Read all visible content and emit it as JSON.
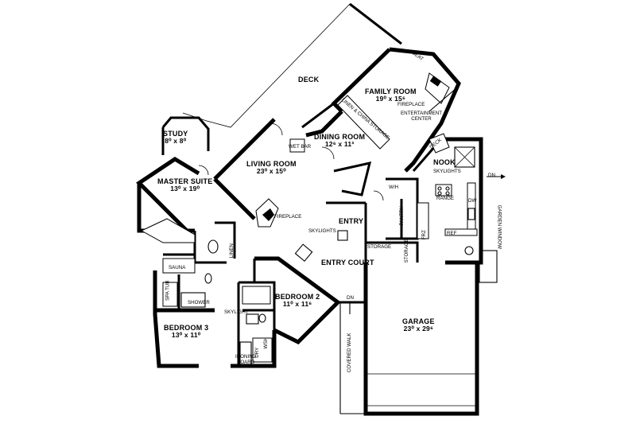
{
  "rooms": {
    "deck": {
      "name": "DECK"
    },
    "family_room": {
      "name": "FAMILY ROOM",
      "size": "19⁰ x 15⁶"
    },
    "study": {
      "name": "STUDY",
      "size": "8⁰ x 8⁰"
    },
    "dining_room": {
      "name": "DINING ROOM",
      "size": "12⁶ x 11³"
    },
    "living_room": {
      "name": "LIVING ROOM",
      "size": "23⁰ x 15⁰"
    },
    "master_suite": {
      "name": "MASTER SUITE",
      "size": "13⁰ x 19⁰"
    },
    "nook": {
      "name": "NOOK"
    },
    "entry": {
      "name": "ENTRY"
    },
    "entry_court": {
      "name": "ENTRY COURT"
    },
    "bedroom2": {
      "name": "BEDROOM 2",
      "size": "11⁰ x 11⁶"
    },
    "bedroom3": {
      "name": "BEDROOM 3",
      "size": "13⁰ x 11⁰"
    },
    "garage": {
      "name": "GARAGE",
      "size": "23⁰ x 29⁶"
    }
  },
  "features": {
    "seat": "SEAT",
    "fireplace_family": "FIREPLACE",
    "entertainment_center_1": "ENTERTAINMENT",
    "entertainment_center_2": "CENTER",
    "linen_china_storage": "LINEN & CHINA STORAGE",
    "deck_small": "DECK",
    "wet_bar": "WET BAR",
    "skylights_nook": "SKYLIGHTS",
    "dn_right": "DN",
    "range": "RANGE",
    "dw": "DW",
    "garden_window": "GARDEN WINDOW",
    "pantry": "PANTRY",
    "frz": "FRZ",
    "ref": "REF",
    "wh": "W/H",
    "fireplace_living": "FIREPLACE",
    "skylights_entry": "SKYLIGHTS",
    "storage_1": "STORAGE",
    "storage_2": "STORAGE",
    "linen": "LINEN",
    "sauna": "SAUNA",
    "spa_tub": "SPA TUB",
    "shower": "SHOWER",
    "skylight": "SKYLIGHT",
    "dn_court": "DN",
    "covered_walk": "COVERED WALK",
    "dryer": "DRY",
    "washer": "WSH",
    "ironing_board_1": "IRONING",
    "ironing_board_2": "BOARD"
  }
}
